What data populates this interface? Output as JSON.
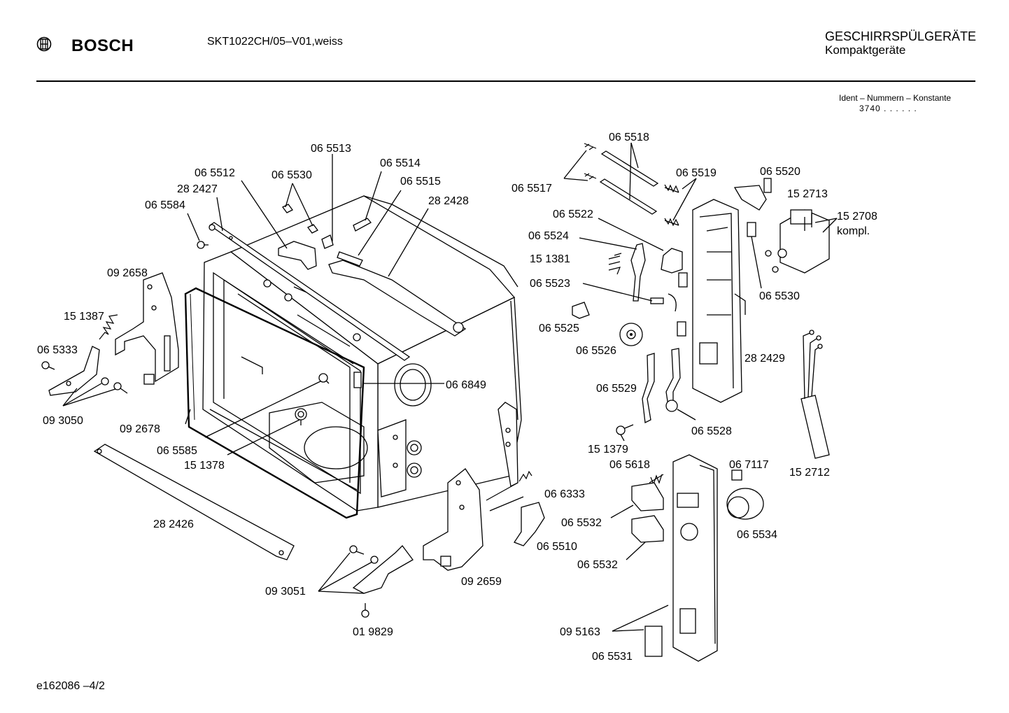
{
  "header": {
    "brand": "BOSCH",
    "model": "SKT1022CH/05–V01,weiss",
    "category": "GESCHIRRSPÜLGERÄTE",
    "subcategory": "Kompaktgeräte",
    "ident_label": "Ident – Nummern – Konstante",
    "ident_value": "3740 . .   . . . ."
  },
  "footer": {
    "ref": "e162086   –4/2"
  },
  "icons": {
    "logo": "bosch-armature-icon"
  },
  "parts": {
    "p065513": "06 5513",
    "p065512": "06 5512",
    "p065530a": "06 5530",
    "p065514": "06 5514",
    "p282427": "28 2427",
    "p065515": "06 5515",
    "p282428": "28 2428",
    "p065584": "06 5584",
    "p092658": "09 2658",
    "p151387": "15 1387",
    "p065333": "06 5333",
    "p093050": "09 3050",
    "p092678": "09 2678",
    "p066849": "06 6849",
    "p065585": "06 5585",
    "p151378": "15 1378",
    "p282426": "28 2426",
    "p066333": "06 6333",
    "p065510": "06 5510",
    "p092659": "09 2659",
    "p093051": "09 3051",
    "p019829": "01 9829",
    "p065518": "06 5518",
    "p065517": "06 5517",
    "p065519": "06 5519",
    "p065520": "06 5520",
    "p152713": "15 2713",
    "p152708": "15 2708",
    "p152708b": "kompl.",
    "p065522": "06 5522",
    "p065524": "06 5524",
    "p151381": "15 1381",
    "p065523": "06 5523",
    "p065525": "06 5525",
    "p065526": "06 5526",
    "p065530b": "06 5530",
    "p282429": "28 2429",
    "p065529": "06 5529",
    "p065528": "06 5528",
    "p151379": "15 1379",
    "p065618": "06 5618",
    "p067117": "06 7117",
    "p152712": "15 2712",
    "p065532a": "06 5532",
    "p065534": "06 5534",
    "p065532b": "06 5532",
    "p095163": "09 5163",
    "p065531": "06 5531"
  }
}
